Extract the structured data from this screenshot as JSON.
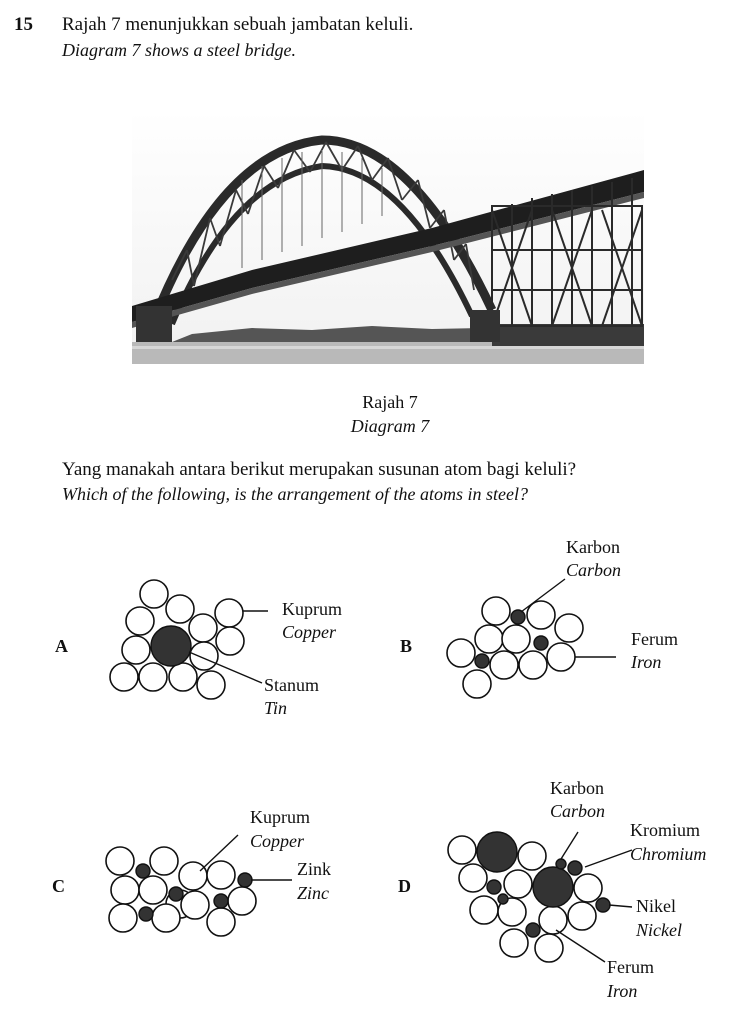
{
  "question": {
    "number": "15",
    "intro_ms": "Rajah 7 menunjukkan sebuah jambatan keluli.",
    "intro_en": "Diagram 7 shows a steel bridge.",
    "caption_ms": "Rajah 7",
    "caption_en": "Diagram 7",
    "prompt_ms": "Yang manakah antara berikut merupakan susunan atom bagi keluli?",
    "prompt_en": "Which of the following, is the arrangement of the atoms in steel?"
  },
  "options": {
    "A": {
      "letter": "A",
      "labels": [
        {
          "ms": "Kuprum",
          "en": "Copper"
        },
        {
          "ms": "Stanum",
          "en": "Tin"
        }
      ]
    },
    "B": {
      "letter": "B",
      "labels": [
        {
          "ms": "Karbon",
          "en": "Carbon"
        },
        {
          "ms": "Ferum",
          "en": "Iron"
        }
      ]
    },
    "C": {
      "letter": "C",
      "labels": [
        {
          "ms": "Kuprum",
          "en": "Copper"
        },
        {
          "ms": "Zink",
          "en": "Zinc"
        }
      ]
    },
    "D": {
      "letter": "D",
      "labels": [
        {
          "ms": "Karbon",
          "en": "Carbon"
        },
        {
          "ms": "Kromium",
          "en": "Chromium"
        },
        {
          "ms": "Nikel",
          "en": "Nickel"
        },
        {
          "ms": "Ferum",
          "en": "Iron"
        }
      ]
    }
  }
}
